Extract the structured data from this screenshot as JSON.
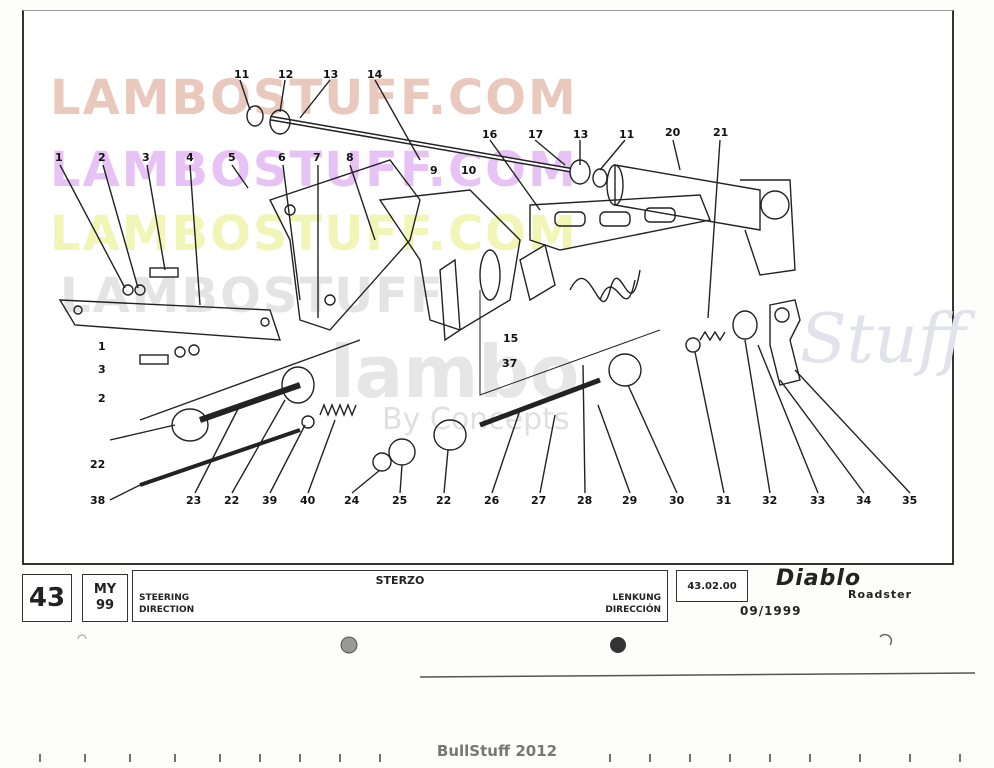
{
  "watermarks": {
    "line1": "LAMBOSTUFF.COM",
    "line2": "LAMBOSTUFF.COM",
    "line3": "LAMBOSTUFF.COM",
    "line4": "LAMBOSTUFF",
    "lambo": "lambo",
    "stuff": "Stuff",
    "by": "By  Concepts"
  },
  "callouts": [
    "11",
    "12",
    "13",
    "14",
    "16",
    "17",
    "13",
    "11",
    "20",
    "21",
    "1",
    "2",
    "3",
    "4",
    "5",
    "6",
    "7",
    "8",
    "9",
    "10",
    "15",
    "37",
    "1",
    "3",
    "2",
    "22",
    "38",
    "23",
    "22",
    "39",
    "40",
    "24",
    "25",
    "22",
    "26",
    "27",
    "28",
    "29",
    "30",
    "31",
    "32",
    "33",
    "34",
    "35"
  ],
  "title_block": {
    "page_number": "43",
    "my_label": "MY",
    "my_year": "99",
    "title": "STERZO",
    "en": "STEERING",
    "fr": "DIRECTION",
    "de": "LENKUNG",
    "es": "DIRECCIÓN",
    "code": "43.02.00",
    "brand": "Diablo",
    "model": "Roadster",
    "date": "09/1999"
  },
  "footer": "BullStuff 2012"
}
